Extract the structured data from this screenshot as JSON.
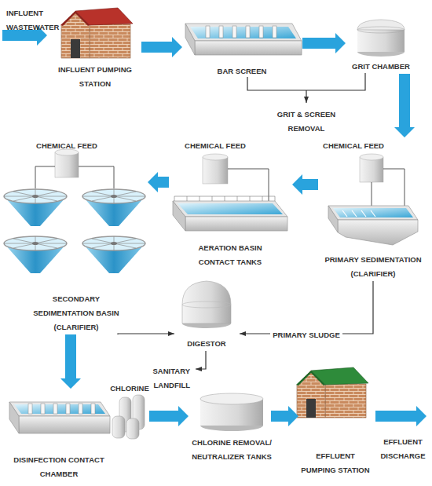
{
  "diagram": {
    "nodes": [
      {
        "text": [
          "INFLUENT PUMPING STATION"
        ]
      },
      {
        "text": [
          "BAR SCREEN"
        ]
      },
      {
        "text": [
          "GRIT CHAMBER"
        ]
      },
      {
        "text": [
          "CHEMICAL FEED",
          "PRIMARY SEDIMENTATION (CLARIFIER)"
        ]
      },
      {
        "text": [
          "CHEMICAL FEED",
          "AERATION BASIN CONTACT TANKS"
        ]
      },
      {
        "text": [
          "CHEMICAL FEED",
          "SECONDARY SEDIMENTATION BASIN (CLARIFIER)"
        ]
      },
      {
        "text": [
          "DIGESTOR"
        ]
      },
      {
        "text": [
          "DISINFECTION CONTACT CHAMBER"
        ]
      },
      {
        "text": [
          "CHLORINE REMOVAL/ NEUTRALIZER TANKS"
        ]
      },
      {
        "text": [
          "EFFLUENT PUMPING STATION"
        ]
      }
    ],
    "edges": [
      {
        "from": 0,
        "to": 1,
        "arrow": "to"
      },
      {
        "from": 1,
        "to": 2,
        "arrow": "to"
      },
      {
        "from": 2,
        "to": 3,
        "arrow": "to"
      },
      {
        "from": 3,
        "to": 4,
        "arrow": "to"
      },
      {
        "from": 4,
        "to": 5,
        "arrow": "to"
      },
      {
        "from": 3,
        "to": 6,
        "label": "PRIMARY SLUDGE",
        "arrow": "to"
      },
      {
        "from": 5,
        "to": 6,
        "arrow": "to"
      },
      {
        "from": 5,
        "to": 7,
        "arrow": "to"
      },
      {
        "from": 7,
        "to": 8,
        "arrow": "to"
      },
      {
        "from": 8,
        "to": 9,
        "arrow": "to"
      }
    ],
    "labels": [
      "INFLUENT WASTEWATER",
      "GRIT & SCREEN REMOVAL",
      "SANITARY LANDFILL",
      "CHLORINE",
      "EFFLUENT DISCHARGE"
    ]
  }
}
